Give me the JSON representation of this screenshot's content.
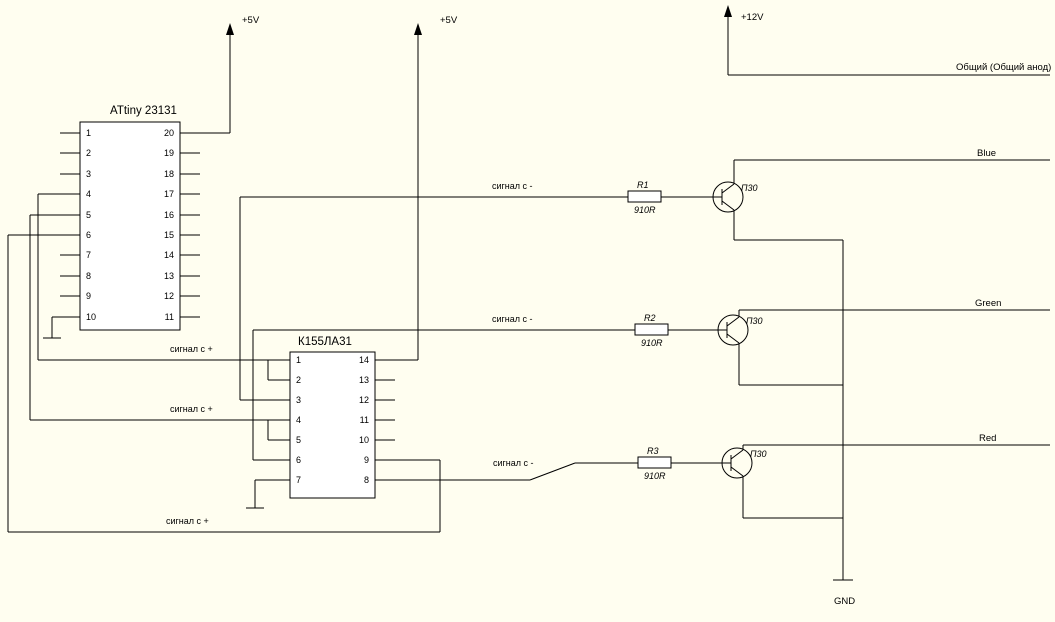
{
  "colors": {
    "background": "#fffef0",
    "line": "#000000"
  },
  "power_rails": {
    "rail_5v_1": "+5V",
    "rail_5v_2": "+5V",
    "rail_12v": "+12V"
  },
  "nets": {
    "common_anode": "Общий (Общий анод)",
    "blue": "Blue",
    "green": "Green",
    "red": "Red",
    "gnd": "GND"
  },
  "ic1": {
    "title": "ATtiny 23131",
    "left_pins": [
      "1",
      "2",
      "3",
      "4",
      "5",
      "6",
      "7",
      "8",
      "9",
      "10"
    ],
    "right_pins": [
      "20",
      "19",
      "18",
      "17",
      "16",
      "15",
      "14",
      "13",
      "12",
      "11"
    ]
  },
  "ic2": {
    "title": "К155ЛА31",
    "left_pins": [
      "1",
      "2",
      "3",
      "4",
      "5",
      "6",
      "7"
    ],
    "right_pins": [
      "14",
      "13",
      "12",
      "11",
      "10",
      "9",
      "8"
    ]
  },
  "resistors": [
    {
      "name": "R1",
      "value": "910R"
    },
    {
      "name": "R2",
      "value": "910R"
    },
    {
      "name": "R3",
      "value": "910R"
    }
  ],
  "transistors": [
    {
      "name": "П30"
    },
    {
      "name": "П30"
    },
    {
      "name": "П30"
    }
  ],
  "signals": {
    "minus_blue": "сигнал с -",
    "minus_green": "сигнал с -",
    "minus_red": "сигнал с -",
    "plus_1": "сигнал с +",
    "plus_2": "сигнал с +",
    "plus_3": "сигнал с +"
  }
}
